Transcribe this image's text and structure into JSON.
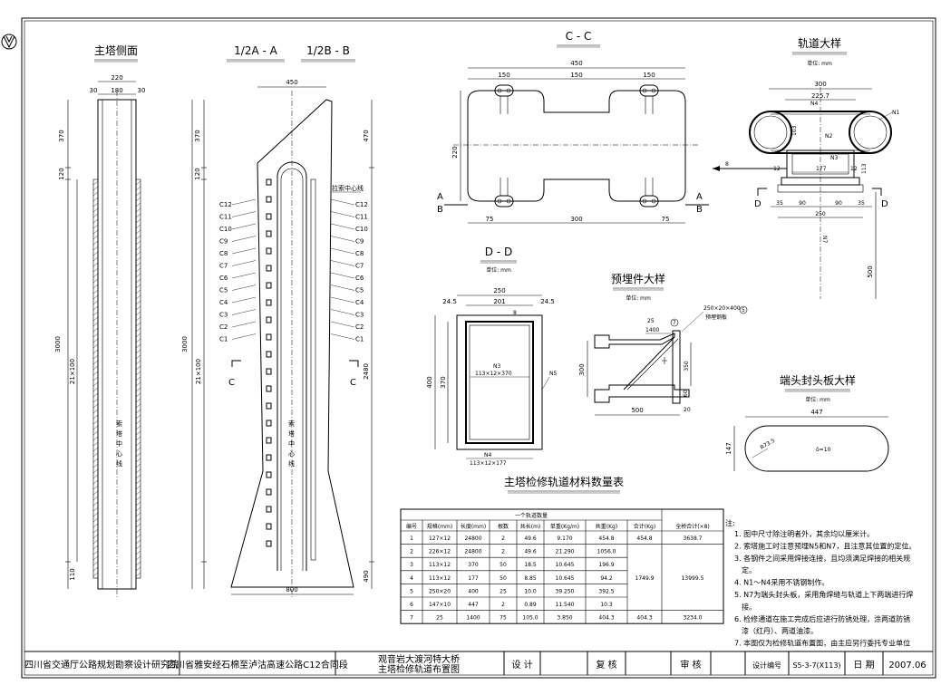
{
  "views": {
    "side": {
      "title": "主塔侧面",
      "dims": [
        "220",
        "30",
        "180",
        "30",
        "370",
        "120",
        "3000",
        "21×100",
        "110"
      ],
      "center_label": "索塔中心线"
    },
    "half_a": {
      "title": "1/2A - A"
    },
    "half_b": {
      "title": "1/2B - B"
    },
    "front": {
      "dims": [
        "450",
        "370",
        "120",
        "3000",
        "21×100",
        "470",
        "2480",
        "490",
        "800"
      ],
      "center_label": "索塔中心线",
      "axis_label": "拉索中心线"
    },
    "cc": {
      "title": "C - C",
      "dims": [
        "450",
        "150",
        "150",
        "150",
        "220",
        "75",
        "300",
        "75"
      ],
      "marks": [
        "A",
        "B",
        "A",
        "B"
      ]
    },
    "dd": {
      "title": "D - D",
      "unit": "单位: mm",
      "dims": [
        "250",
        "201",
        "24.5",
        "24.5",
        "8",
        "400",
        "370"
      ],
      "n3": "N3",
      "n3_spec": "113×12×370",
      "n4": "N4",
      "n4_spec": "113×12×177",
      "n5": "N5"
    },
    "rail": {
      "title": "轨道大样",
      "unit": "单位: mm",
      "dims": [
        "300",
        "225.7",
        "103",
        "177",
        "12",
        "12",
        "113",
        "35",
        "90",
        "90",
        "35",
        "250",
        "500",
        "8"
      ],
      "labels": [
        "N1",
        "N2",
        "N3",
        "N4",
        "N7"
      ]
    },
    "embed": {
      "title": "预埋件大样",
      "unit": "单位: mm",
      "dims": [
        "25",
        "1400",
        "300",
        "350",
        "500",
        "20",
        "60"
      ],
      "note1": "250×20×400",
      "note2": "预埋钢板",
      "marks": [
        "7",
        "5"
      ]
    },
    "endplate": {
      "title": "端头封头板大样",
      "unit": "单位: mm",
      "dims": [
        "447",
        "147",
        "R73.5",
        "δ=10"
      ]
    }
  },
  "cable_labels": [
    "C12",
    "C11",
    "C10",
    "C9",
    "C8",
    "C7",
    "C6",
    "C5",
    "C4",
    "C3",
    "C2",
    "C1"
  ],
  "section_marks": {
    "c": "C",
    "d": "D"
  },
  "table": {
    "title": "主塔检修轨道材料数量表",
    "group_header": "一个轨道数量",
    "total_header": "全桥合计(×8)",
    "headers": [
      "编号",
      "规格(mm)",
      "长度(mm)",
      "根数",
      "共长(m)",
      "单重(Kg/m)",
      "共重(Kg)",
      "合计(Kg)"
    ],
    "rows": [
      [
        "1",
        "127×12",
        "24800",
        "2",
        "49.6",
        "9.170",
        "454.8"
      ],
      [
        "2",
        "226×12",
        "24800",
        "2",
        "49.6",
        "21.290",
        "1056.0"
      ],
      [
        "3",
        "113×12",
        "370",
        "50",
        "18.5",
        "10.645",
        "196.9"
      ],
      [
        "4",
        "113×12",
        "177",
        "50",
        "8.85",
        "10.645",
        "94.2"
      ],
      [
        "5",
        "250×20",
        "400",
        "25",
        "10.0",
        "39.250",
        "392.5"
      ],
      [
        "6",
        "147×10",
        "447",
        "2",
        "0.89",
        "11.540",
        "10.3"
      ],
      [
        "7",
        "25",
        "1400",
        "75",
        "105.0",
        "3.850",
        "404.3"
      ]
    ],
    "subtotals": [
      "454.8",
      "1749.9",
      "404.3"
    ],
    "totals": [
      "3638.7",
      "13999.5",
      "3234.0"
    ]
  },
  "notes": {
    "heading": "注:",
    "items": [
      "1.  图中尺寸除注明者外，其余均以厘米计。",
      "2.  索塔施工时注意预埋N5和N7，且注意其位置的定位。",
      "3.  各钢件之间采用焊接连接，且均须满足焊接的相关规",
      "定。",
      "4.  N1～N4采用不锈钢制作。",
      "5.  N7为端头封头板，采用角焊缝与轨道上下两端进行焊",
      "接。",
      "6.  检修通道在施工完成后应进行防锈处理，涂两道防锈",
      "漆（红丹）、两道油漆。",
      "7.  本图仅为检修轨道布置图，由主应另行委托专业单位"
    ]
  },
  "title_block": {
    "institute": "四川省交通厅公路规划勘察设计研究院",
    "project": "四川省雅安经石棉至泸沽高速公路C12合同段",
    "drawing_line1": "观音岩大渡河特大桥",
    "drawing_line2": "主塔检修轨道布置图",
    "design_label": "设  计",
    "review_label": "复  核",
    "audit_label": "审  核",
    "drawing_no_label": "设计编号",
    "drawing_no": "S5-3-7(X113)",
    "date_label": "日  期",
    "date": "2007.06"
  }
}
